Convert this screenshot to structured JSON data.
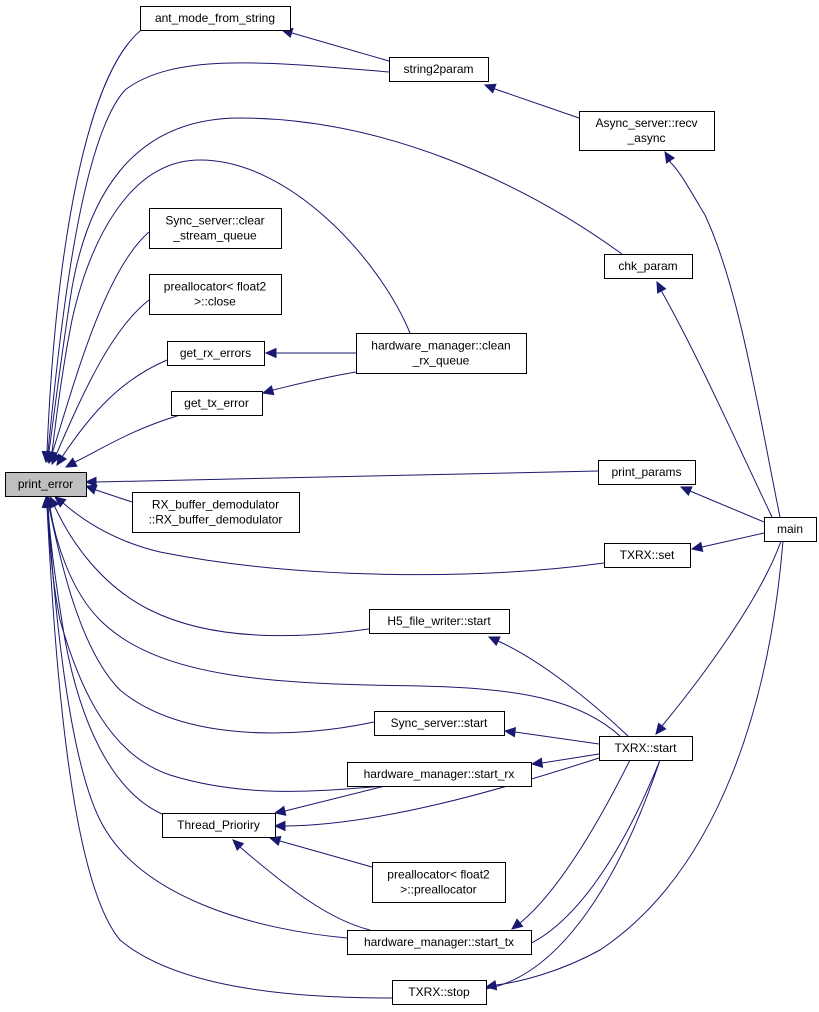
{
  "diagram": {
    "title": "",
    "colors": {
      "edge": "#191970",
      "root_fill": "#bfbfbf",
      "node_fill": "#ffffff",
      "border": "#000000"
    },
    "nodes": [
      {
        "id": "print_error",
        "lines": [
          "print_error"
        ],
        "root": true
      },
      {
        "id": "ant_mode_from_string",
        "lines": [
          "ant_mode_from_string"
        ]
      },
      {
        "id": "string2param",
        "lines": [
          "string2param"
        ]
      },
      {
        "id": "async_recv",
        "lines": [
          "Async_server::recv",
          "_async"
        ]
      },
      {
        "id": "chk_param",
        "lines": [
          "chk_param"
        ]
      },
      {
        "id": "sync_clear",
        "lines": [
          "Sync_server::clear",
          "_stream_queue"
        ]
      },
      {
        "id": "prealloc_close",
        "lines": [
          "preallocator< float2",
          ">::close"
        ]
      },
      {
        "id": "get_rx_errors",
        "lines": [
          "get_rx_errors"
        ]
      },
      {
        "id": "hm_clean",
        "lines": [
          "hardware_manager::clean",
          "_rx_queue"
        ]
      },
      {
        "id": "get_tx_error",
        "lines": [
          "get_tx_error"
        ]
      },
      {
        "id": "print_params",
        "lines": [
          "print_params"
        ]
      },
      {
        "id": "rx_demod",
        "lines": [
          "RX_buffer_demodulator",
          "::RX_buffer_demodulator"
        ]
      },
      {
        "id": "main",
        "lines": [
          "main"
        ]
      },
      {
        "id": "txrx_set",
        "lines": [
          "TXRX::set"
        ]
      },
      {
        "id": "h5_start",
        "lines": [
          "H5_file_writer::start"
        ]
      },
      {
        "id": "sync_start",
        "lines": [
          "Sync_server::start"
        ]
      },
      {
        "id": "txrx_start",
        "lines": [
          "TXRX::start"
        ]
      },
      {
        "id": "hm_start_rx",
        "lines": [
          "hardware_manager::start_rx"
        ]
      },
      {
        "id": "thread_prio",
        "lines": [
          "Thread_Prioriry"
        ]
      },
      {
        "id": "prealloc_ctor",
        "lines": [
          "preallocator< float2",
          ">::preallocator"
        ]
      },
      {
        "id": "hm_start_tx",
        "lines": [
          "hardware_manager::start_tx"
        ]
      },
      {
        "id": "txrx_stop",
        "lines": [
          "TXRX::stop"
        ]
      }
    ],
    "edges": [
      {
        "from": "ant_mode_from_string",
        "to": "print_error"
      },
      {
        "from": "string2param",
        "to": "ant_mode_from_string"
      },
      {
        "from": "string2param",
        "to": "print_error"
      },
      {
        "from": "async_recv",
        "to": "string2param"
      },
      {
        "from": "chk_param",
        "to": "print_error"
      },
      {
        "from": "main",
        "to": "async_recv"
      },
      {
        "from": "sync_clear",
        "to": "print_error"
      },
      {
        "from": "prealloc_close",
        "to": "print_error"
      },
      {
        "from": "get_rx_errors",
        "to": "print_error"
      },
      {
        "from": "hm_clean",
        "to": "get_rx_errors"
      },
      {
        "from": "hm_clean",
        "to": "print_error"
      },
      {
        "from": "get_tx_error",
        "to": "print_error"
      },
      {
        "from": "hm_clean",
        "to": "get_tx_error"
      },
      {
        "from": "print_params",
        "to": "print_error"
      },
      {
        "from": "rx_demod",
        "to": "print_error"
      },
      {
        "from": "main",
        "to": "chk_param"
      },
      {
        "from": "main",
        "to": "print_params"
      },
      {
        "from": "main",
        "to": "txrx_set"
      },
      {
        "from": "txrx_set",
        "to": "print_error"
      },
      {
        "from": "h5_start",
        "to": "print_error"
      },
      {
        "from": "txrx_start",
        "to": "h5_start"
      },
      {
        "from": "txrx_start",
        "to": "print_error"
      },
      {
        "from": "sync_start",
        "to": "print_error"
      },
      {
        "from": "txrx_start",
        "to": "sync_start"
      },
      {
        "from": "main",
        "to": "txrx_start"
      },
      {
        "from": "hm_start_rx",
        "to": "print_error"
      },
      {
        "from": "txrx_start",
        "to": "hm_start_rx"
      },
      {
        "from": "hm_start_rx",
        "to": "thread_prio"
      },
      {
        "from": "thread_prio",
        "to": "print_error"
      },
      {
        "from": "txrx_start",
        "to": "thread_prio"
      },
      {
        "from": "prealloc_ctor",
        "to": "thread_prio"
      },
      {
        "from": "hm_start_tx",
        "to": "thread_prio"
      },
      {
        "from": "hm_start_tx",
        "to": "print_error"
      },
      {
        "from": "txrx_start",
        "to": "hm_start_tx"
      },
      {
        "from": "txrx_stop",
        "to": "print_error"
      },
      {
        "from": "txrx_stop",
        "to": "hm_start_tx"
      },
      {
        "from": "main",
        "to": "txrx_stop"
      }
    ]
  }
}
